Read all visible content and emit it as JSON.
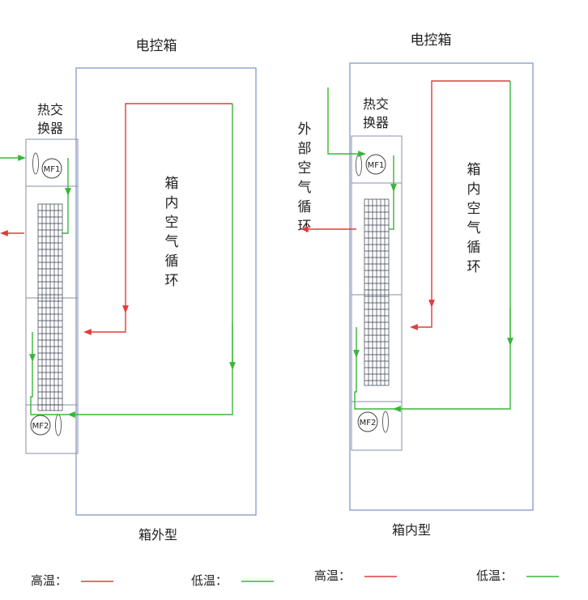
{
  "panels": [
    {
      "id": "left",
      "title": "电控箱",
      "hx_label": [
        "热交",
        "换器"
      ],
      "inner_label": "箱内空气循环",
      "outer_label": "",
      "type_label": "箱外型",
      "fan1": "MF1",
      "fan2": "MF2"
    },
    {
      "id": "right",
      "title": "电控箱",
      "hx_label": [
        "热交",
        "换器"
      ],
      "inner_label": "箱内空气循环",
      "outer_label": "外部空气循环",
      "type_label": "箱内型",
      "fan1": "MF1",
      "fan2": "MF2"
    }
  ],
  "legend": [
    {
      "label": "高温：",
      "color": "#e23b3b"
    },
    {
      "label": "低温：",
      "color": "#3ab53a"
    },
    {
      "label": "高温：",
      "color": "#e23b3b"
    },
    {
      "label": "低温：",
      "color": "#3ab53a"
    }
  ],
  "colors": {
    "hot": "#e23b3b",
    "cold": "#3ab53a",
    "box": "#7b8fc4"
  }
}
